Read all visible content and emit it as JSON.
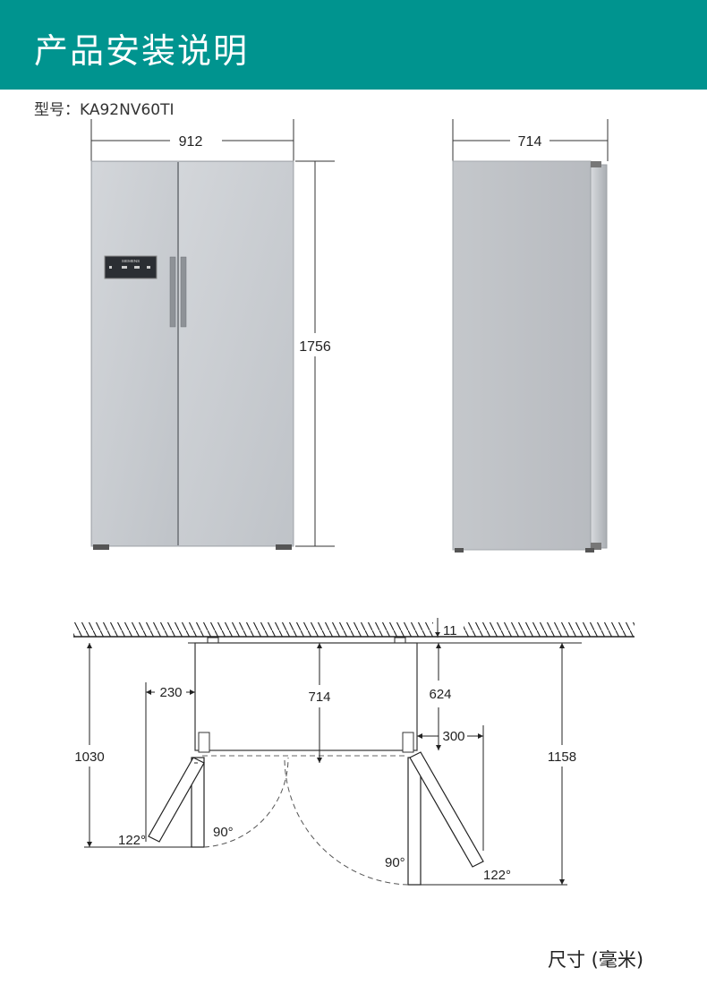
{
  "header": {
    "title": "产品安装说明"
  },
  "model": {
    "label": "型号：KA92NV60TI"
  },
  "front_view": {
    "brand_text": "SIEMENS",
    "width_label": "912",
    "height_label": "1756"
  },
  "side_view": {
    "depth_label": "714"
  },
  "top_view": {
    "wall_gap_label": "11",
    "depth_label": "714",
    "left_offset_label": "230",
    "right_offset_label": "300",
    "right_depth_label": "624",
    "left_clearance_label": "1030",
    "right_clearance_label": "1158",
    "left_angle_max": "122°",
    "left_angle_90": "90°",
    "right_angle_90": "90°",
    "right_angle_max": "122°"
  },
  "units": {
    "label": "尺寸 (毫米)"
  },
  "colors": {
    "header_bg": "#00948f",
    "fridge_body": "#c9ccd1"
  }
}
